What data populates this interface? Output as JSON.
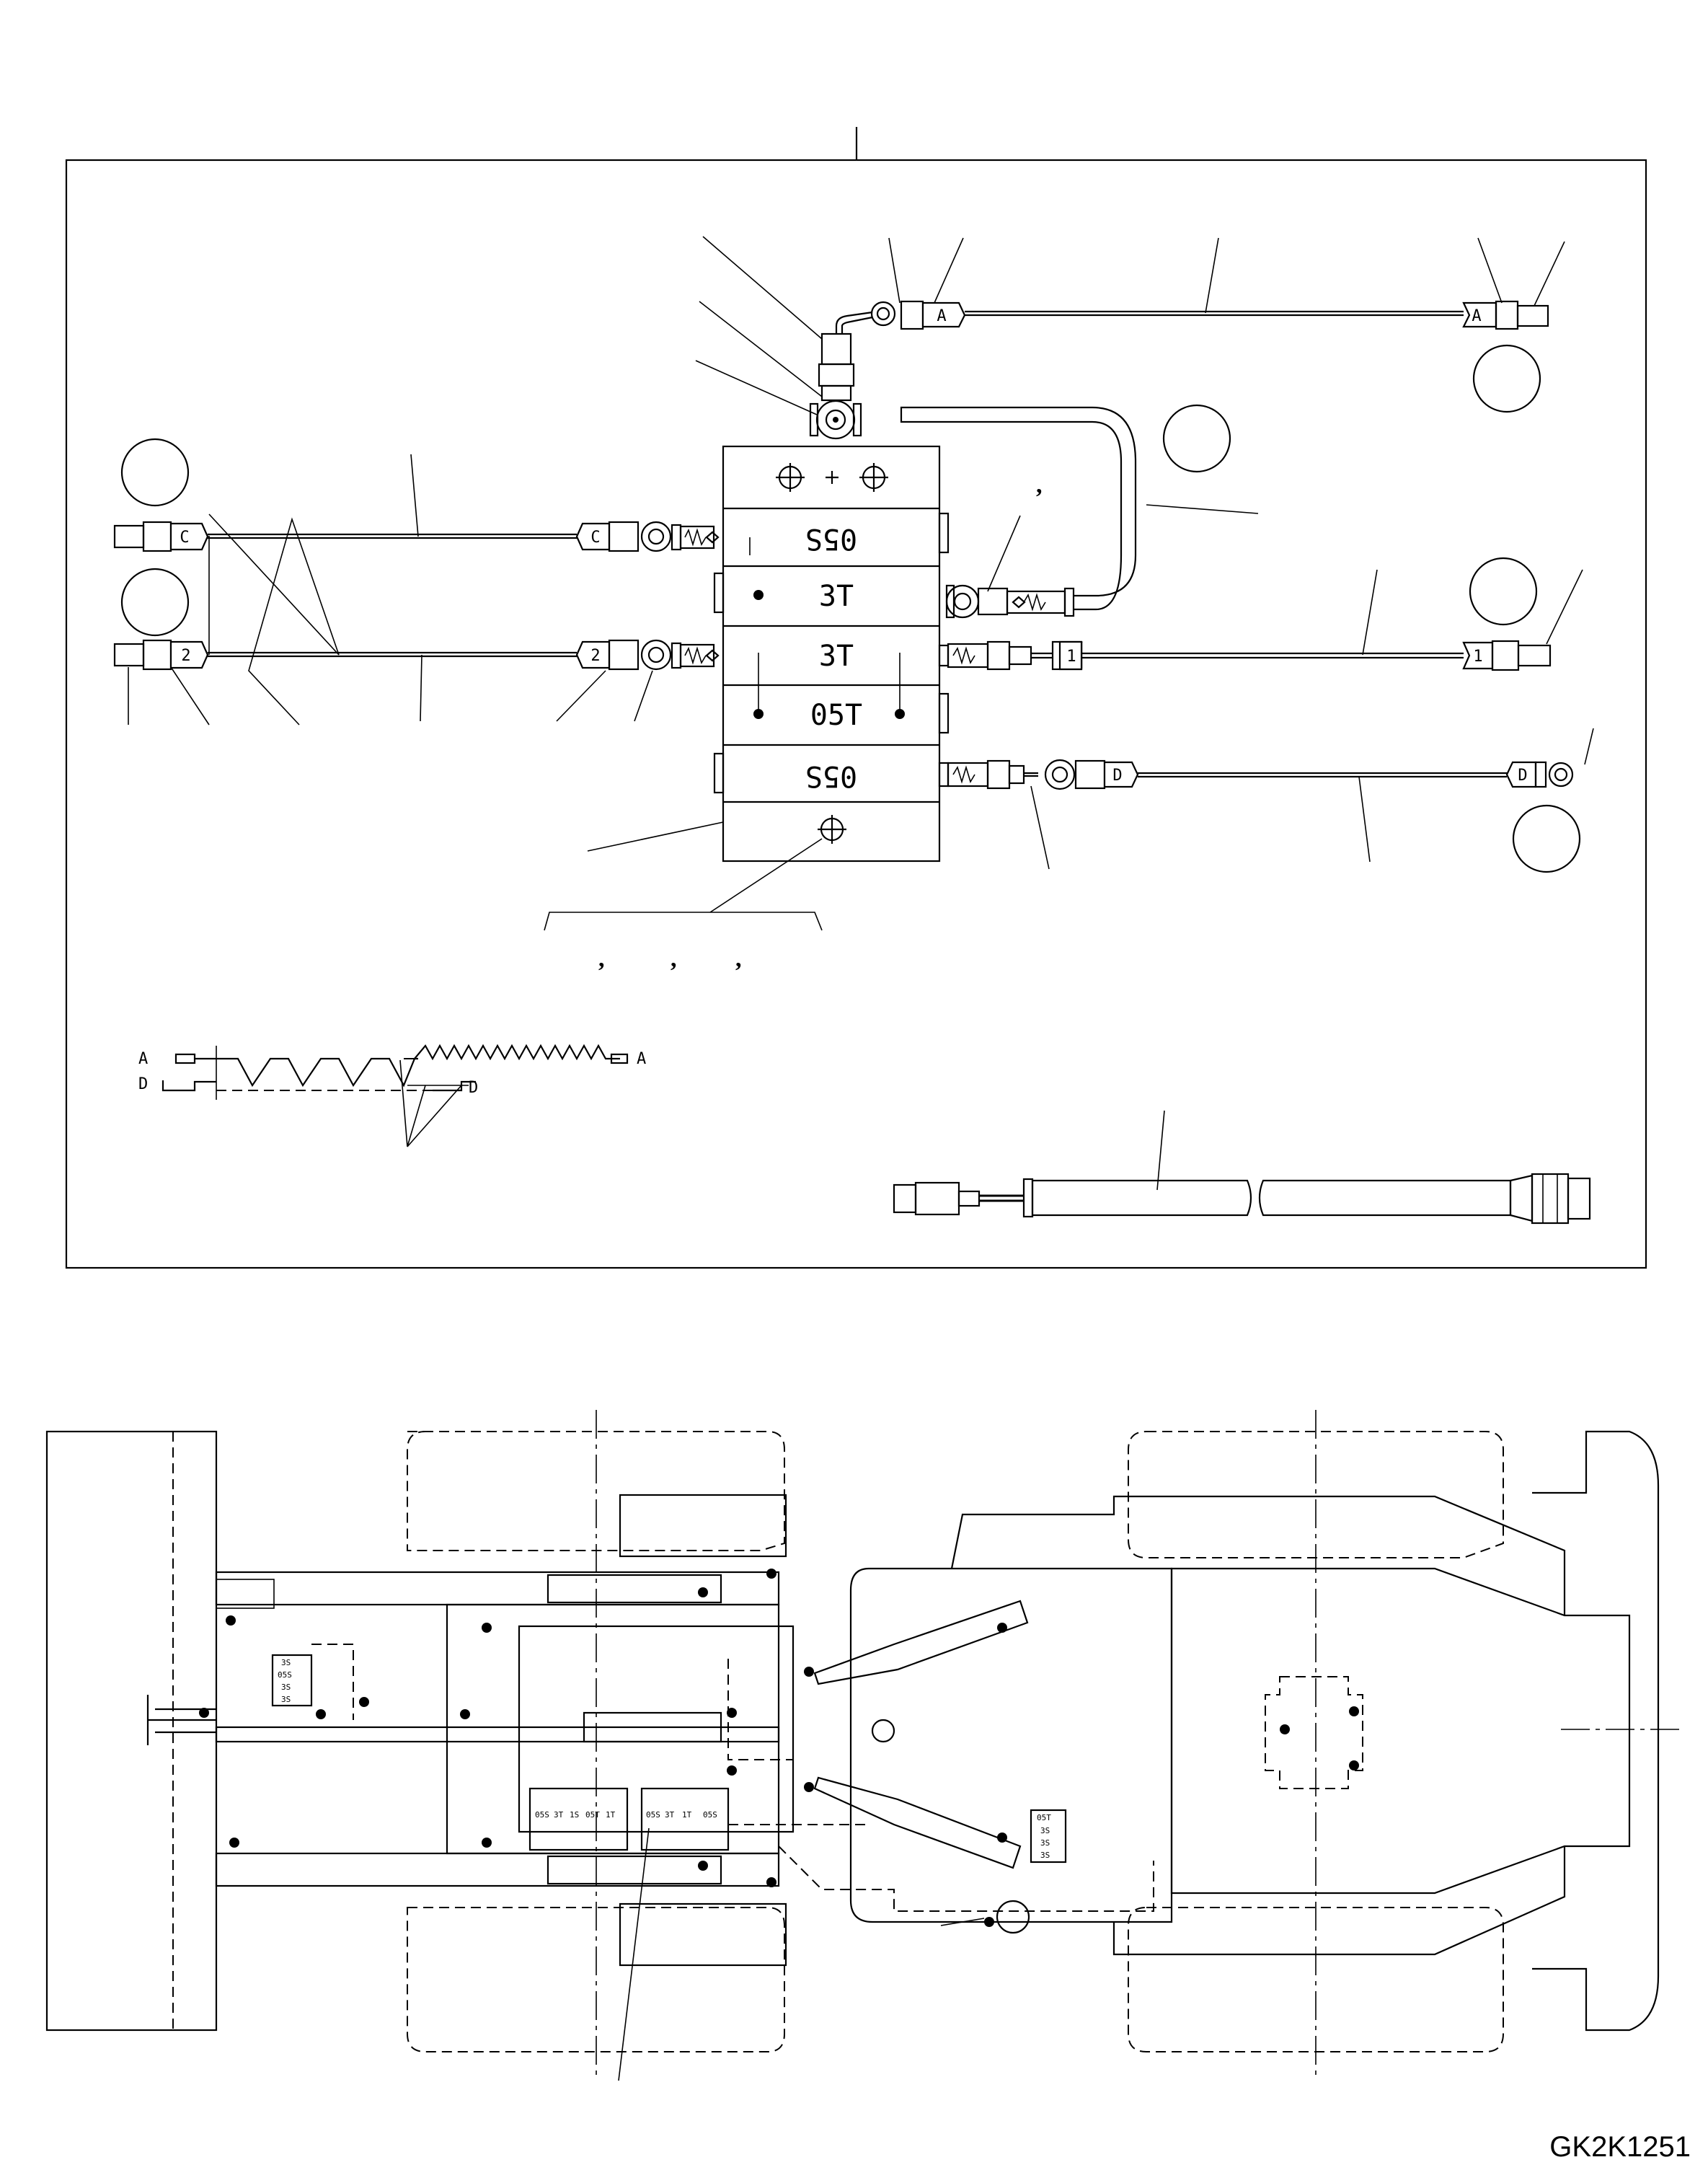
{
  "drawing_code": "GK2K1251",
  "valve_block": {
    "sections": [
      "05S",
      "3T",
      "3T",
      "05T",
      "05S"
    ],
    "top_label": "⊕ + ⊕"
  },
  "line_tags": {
    "a": "A",
    "c": "C",
    "d": "D",
    "one": "1",
    "two": "2"
  },
  "legend": {
    "a": "A",
    "d": "D"
  },
  "machine_labels": {
    "front_block": [
      "3S",
      "05S",
      "3S",
      "3S"
    ],
    "center_block_left": [
      "05S",
      "3T",
      "1S",
      "05T",
      "1T"
    ],
    "center_block_right": [
      "05S",
      "3T",
      "1T",
      "05S"
    ],
    "rear_block": [
      "05T",
      "3S",
      "3S",
      "3S"
    ]
  }
}
